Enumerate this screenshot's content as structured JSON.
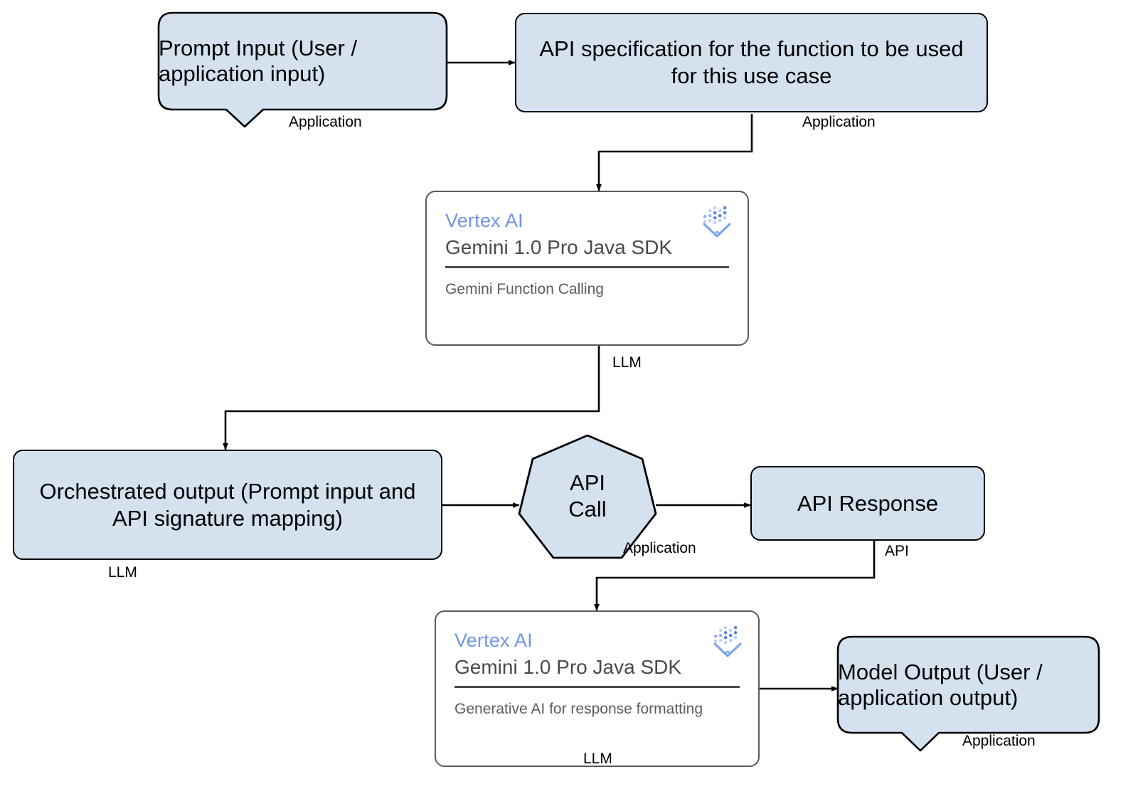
{
  "diagram": {
    "title": "Gemini Function Calling architecture flow",
    "accent_blue": "#d4e1ef",
    "vertex_blue": "#6e95e8",
    "stroke": "#000000"
  },
  "nodes": {
    "prompt_input": {
      "label": "Prompt Input (User / application input)",
      "tag": "Application"
    },
    "api_spec": {
      "label": "API specification for the function to be used for this use case",
      "tag": "Application"
    },
    "vertex_top": {
      "brand": "Vertex AI",
      "model": "Gemini 1.0 Pro Java SDK",
      "desc": "Gemini Function Calling",
      "tag": "LLM",
      "logo": "vertex-ai-logo-icon"
    },
    "orchestrated": {
      "label": "Orchestrated output (Prompt input and API signature mapping)",
      "tag": "LLM"
    },
    "api_call": {
      "line1": "API",
      "line2": "Call",
      "tag": "Application"
    },
    "api_response": {
      "label": "API Response",
      "tag": "API"
    },
    "vertex_bottom": {
      "brand": "Vertex AI",
      "model": "Gemini 1.0 Pro Java SDK",
      "desc": "Generative AI for response formatting",
      "tag": "LLM",
      "logo": "vertex-ai-logo-icon"
    },
    "model_output": {
      "label": "Model Output (User / application output)",
      "tag": "Application"
    }
  },
  "connectors": [
    {
      "name": "prompt-input-to-api-spec",
      "from": "prompt_input",
      "to": "api_spec"
    },
    {
      "name": "api-spec-to-vertex-top",
      "from": "api_spec",
      "to": "vertex_top"
    },
    {
      "name": "vertex-top-to-orchestrated",
      "from": "vertex_top",
      "to": "orchestrated"
    },
    {
      "name": "orchestrated-to-api-call",
      "from": "orchestrated",
      "to": "api_call"
    },
    {
      "name": "api-call-to-api-response",
      "from": "api_call",
      "to": "api_response"
    },
    {
      "name": "api-response-to-vertex-bottom",
      "from": "api_response",
      "to": "vertex_bottom"
    },
    {
      "name": "vertex-bottom-to-model-output",
      "from": "vertex_bottom",
      "to": "model_output"
    }
  ]
}
